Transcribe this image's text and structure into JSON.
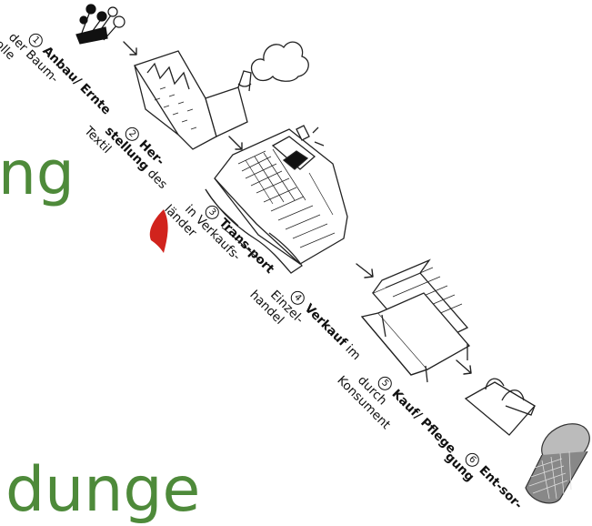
{
  "background_text": {
    "top": "ng",
    "bottom": "dunge"
  },
  "steps": [
    {
      "num": "1",
      "title": "Anbau/ Ernte",
      "lines": [
        "der Baum-",
        "wolle"
      ]
    },
    {
      "num": "2",
      "title_lines": [
        "Her-",
        "stellung"
      ],
      "suffix": "des",
      "lines": [
        "Textil"
      ]
    },
    {
      "num": "3",
      "title": "Trans-port",
      "lines": [
        "in Verkaufs-",
        "länder"
      ]
    },
    {
      "num": "4",
      "title": "Verkauf",
      "suffix": "im",
      "lines": [
        "Einzel-",
        "handel"
      ]
    },
    {
      "num": "5",
      "title": "Kauf/ Pflege",
      "lines": [
        "durch",
        "Konsument"
      ]
    },
    {
      "num": "6",
      "title_lines": [
        "Ent-sor-",
        "gung"
      ]
    }
  ],
  "icons": [
    "cotton-plant-icon",
    "factory-icon",
    "smoke-cloud-icon",
    "container-ship-icon",
    "market-stall-icon",
    "shopping-bag-icon",
    "trash-can-icon"
  ],
  "colors": {
    "background_text": "#4e8a3a",
    "accent_red": "#d1231d",
    "ink": "#111111"
  }
}
